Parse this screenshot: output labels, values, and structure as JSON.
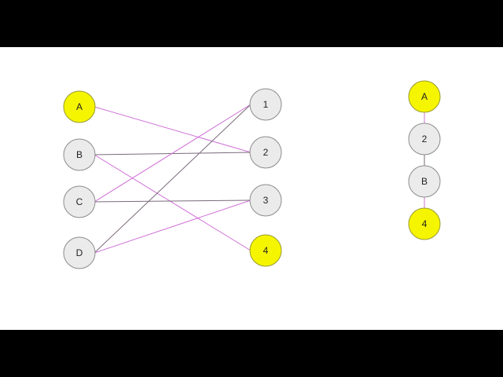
{
  "colors": {
    "node_default_fill": "#ebebeb",
    "node_default_stroke": "#8c8c8c",
    "node_highlight_fill": "#f5f500",
    "node_highlight_stroke": "#9a9a30",
    "edge_matched": "#d070d8",
    "edge_unmatched": "#7a6a7a"
  },
  "left_nodes": [
    {
      "id": "A",
      "label": "A",
      "highlight": true
    },
    {
      "id": "B",
      "label": "B",
      "highlight": false
    },
    {
      "id": "C",
      "label": "C",
      "highlight": false
    },
    {
      "id": "D",
      "label": "D",
      "highlight": false
    }
  ],
  "right_nodes": [
    {
      "id": "1",
      "label": "1",
      "highlight": false
    },
    {
      "id": "2",
      "label": "2",
      "highlight": false
    },
    {
      "id": "3",
      "label": "3",
      "highlight": false
    },
    {
      "id": "4",
      "label": "4",
      "highlight": true
    }
  ],
  "edges": [
    {
      "from": "A",
      "to": "2",
      "type": "matched"
    },
    {
      "from": "B",
      "to": "2",
      "type": "unmatched"
    },
    {
      "from": "B",
      "to": "4",
      "type": "matched"
    },
    {
      "from": "C",
      "to": "1",
      "type": "matched"
    },
    {
      "from": "C",
      "to": "3",
      "type": "unmatched"
    },
    {
      "from": "D",
      "to": "1",
      "type": "unmatched"
    },
    {
      "from": "D",
      "to": "3",
      "type": "matched"
    }
  ],
  "path": {
    "nodes": [
      {
        "label": "A",
        "highlight": true
      },
      {
        "label": "2",
        "highlight": false
      },
      {
        "label": "B",
        "highlight": false
      },
      {
        "label": "4",
        "highlight": true
      }
    ],
    "edges": [
      "matched",
      "unmatched",
      "matched"
    ]
  }
}
